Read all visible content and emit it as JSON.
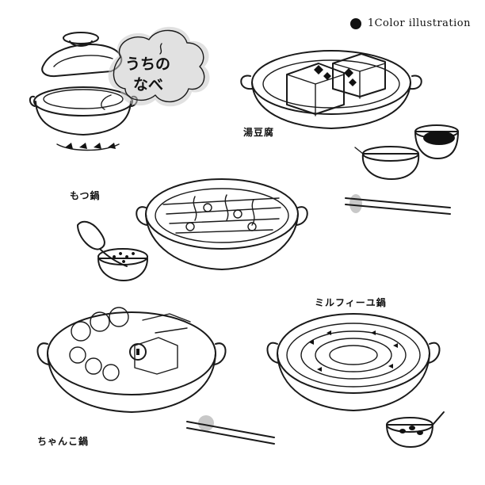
{
  "header": {
    "legend_text": "1Color illustration"
  },
  "title_bubble": {
    "line1": "うちの",
    "line2": "なべ"
  },
  "dishes": {
    "yudofu": "湯豆腐",
    "motsunabe": "もつ鍋",
    "mille_feuille": "ミルフィーユ鍋",
    "chanko": "ちゃんこ鍋"
  },
  "colors": {
    "ink": "#1a1a1a",
    "accent_gray": "#c8c8c8",
    "background": "#ffffff"
  }
}
